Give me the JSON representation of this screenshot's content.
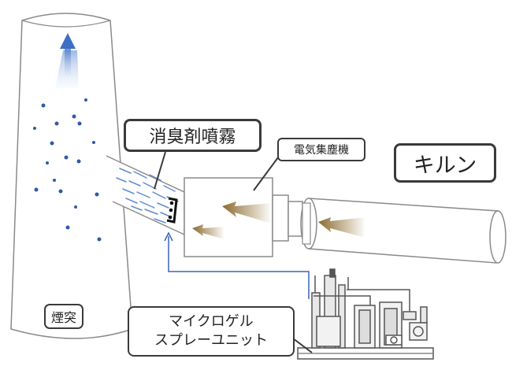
{
  "labels": {
    "deodorant_spray": "消臭剤噴霧",
    "dust_collector": "電気集塵機",
    "kiln": "キルン",
    "chimney": "煙突",
    "unit_line1": "マイクロゲル",
    "unit_line2": "スプレーユニット"
  },
  "colors": {
    "outline": "#8a8a8a",
    "label_border": "#3a3a3a",
    "droplet": "#2f5aa8",
    "mist": "#4f7fce",
    "flow_arrow": "#8b6a2e",
    "pipe": "#3b64b8",
    "up_arrow": "#3d6fc4"
  }
}
